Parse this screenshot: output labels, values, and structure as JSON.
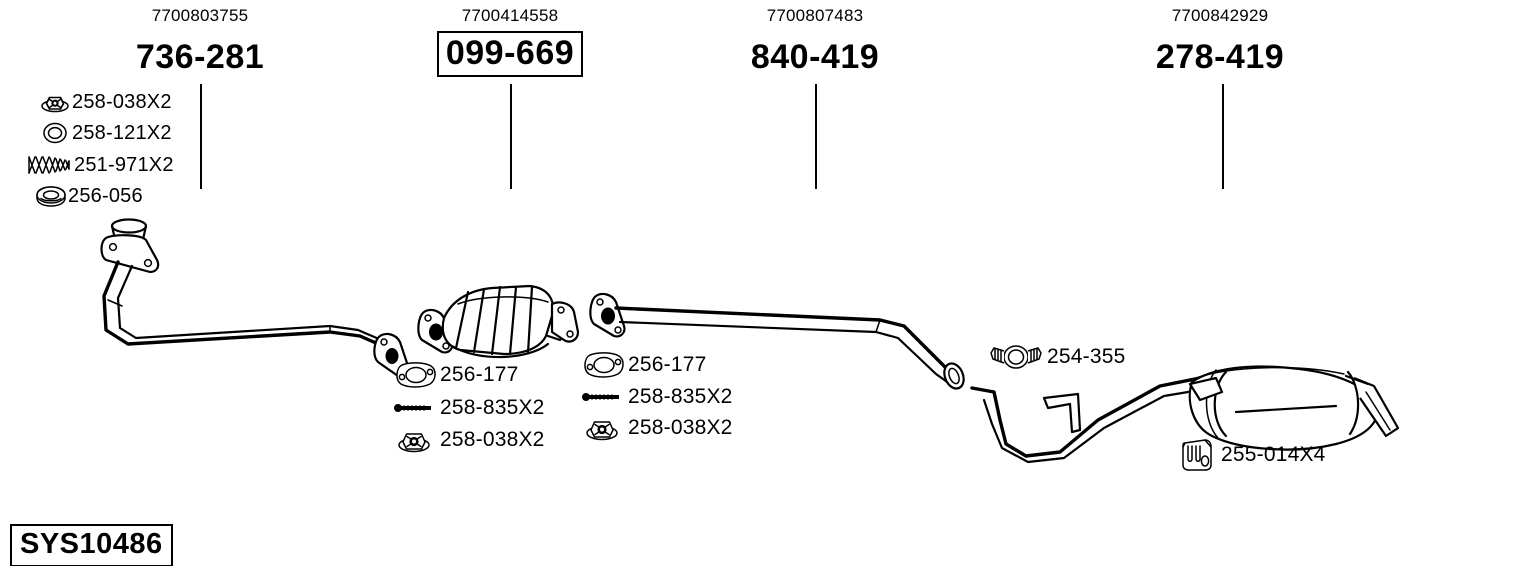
{
  "diagram": {
    "title_id": "SYS10486",
    "type": "exhaust-system-exploded-diagram"
  },
  "groups": [
    {
      "oem": "7700803755",
      "part": "736-281",
      "boxed": false,
      "name": "front-pipe"
    },
    {
      "oem": "7700414558",
      "part": "099-669",
      "boxed": true,
      "name": "catalytic-converter"
    },
    {
      "oem": "7700807483",
      "part": "840-419",
      "boxed": false,
      "name": "centre-pipe"
    },
    {
      "oem": "7700842929",
      "part": "278-419",
      "boxed": false,
      "name": "rear-silencer"
    }
  ],
  "front_hardware": [
    {
      "icon": "flange-nut-icon",
      "code": "258-038X2"
    },
    {
      "icon": "washer-ring-icon",
      "code": "258-121X2"
    },
    {
      "icon": "coil-spring-icon",
      "code": "251-971X2"
    },
    {
      "icon": "donut-gasket-icon",
      "code": "256-056"
    }
  ],
  "cat_hardware": [
    {
      "icon": "oval-gasket-icon",
      "code": "256-177"
    },
    {
      "icon": "bolt-icon",
      "code": "258-835X2"
    },
    {
      "icon": "flange-nut-icon",
      "code": "258-038X2"
    }
  ],
  "centre_hardware": [
    {
      "icon": "oval-gasket-icon",
      "code": "256-177"
    },
    {
      "icon": "bolt-icon",
      "code": "258-835X2"
    },
    {
      "icon": "flange-nut-icon",
      "code": "258-038X2"
    }
  ],
  "rear_hardware": [
    {
      "icon": "exhaust-clamp-icon",
      "code": "254-355"
    },
    {
      "icon": "rubber-hanger-icon",
      "code": "255-014X4"
    }
  ]
}
